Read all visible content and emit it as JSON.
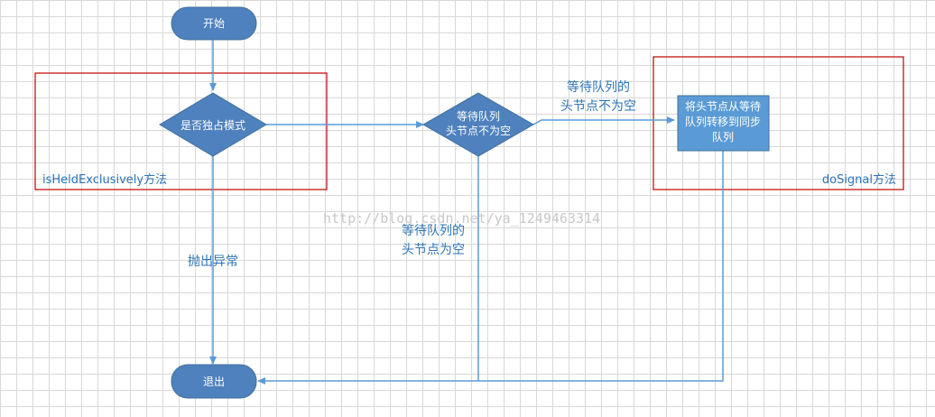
{
  "nodes": {
    "start": "开始",
    "decision_exclusive": "是否独占模式",
    "decision_queue_line1": "等待队列",
    "decision_queue_line2": "头节点不为空",
    "process_line1": "将头节点从等待",
    "process_line2": "队列转移到同步",
    "process_line3": "队列",
    "end": "退出"
  },
  "labels": {
    "not_empty_line1": "等待队列的",
    "not_empty_line2": "头节点不为空",
    "empty_line1": "等待队列的",
    "empty_line2": "头节点为空",
    "throw_exception": "抛出异常"
  },
  "regions": {
    "left": "isHeldExclusively方法",
    "right": "doSignal方法"
  },
  "watermark": "http://blog.csdn.net/ya_1249463314",
  "colors": {
    "node_fill": "#4e81bd",
    "node_stroke": "#41719c",
    "process_fill": "#5b9bd5",
    "edge": "#5b9bd5",
    "region_border": "#c00000",
    "label_text": "#2e74b5"
  }
}
